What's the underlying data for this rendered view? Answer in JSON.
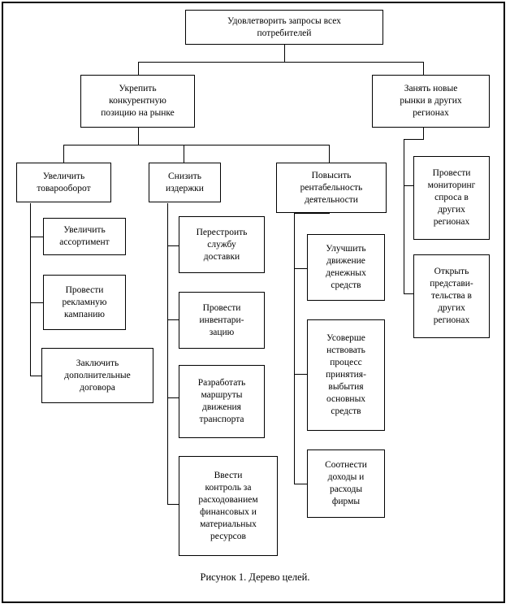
{
  "figure": {
    "caption": "Рисунок 1. Дерево целей.",
    "border_color": "#000000",
    "background_color": "#ffffff",
    "line_color": "#000000"
  },
  "nodes": {
    "root": "Удовлетворить запросы всех\nпотребителей",
    "level2": {
      "left": "Укрепить\nконкурентную\nпозицию на рынке",
      "right": "Занять новые\nрынки в других\nрегионах"
    },
    "level3": {
      "turnover": "Увеличить\nтоварооборот",
      "costs": "Снизить\nиздержки",
      "profitability": "Повысить\nрентабельность\nдеятельности"
    },
    "turnover_children": [
      "Увеличить\nассортимент",
      "Провести\nрекламную\nкампанию",
      "Заключить\nдополнительные\nдоговора"
    ],
    "costs_children": [
      "Перестроить\nслужбу\nдоставки",
      "Провести\nинвентари-\nзацию",
      "Разработать\nмаршруты\nдвижения\nтранспорта",
      "Ввести\nконтроль за\nрасходованием\nфинансовых и\nматериальных\nресурсов"
    ],
    "profitability_children": [
      "Улучшить\nдвижение\nденежных\nсредств",
      "Усоверше\nнствовать\nпроцесс\nпринятия-\nвыбытия\nосновных\nсредств",
      "Соотнести\nдоходы и\nрасходы\nфирмы"
    ],
    "regions_children": [
      "Провести\nмониторинг\nспроса в\nдругих\nрегионах",
      "Открыть\nпредстави-\nтельства в\nдругих\nрегионах"
    ]
  }
}
